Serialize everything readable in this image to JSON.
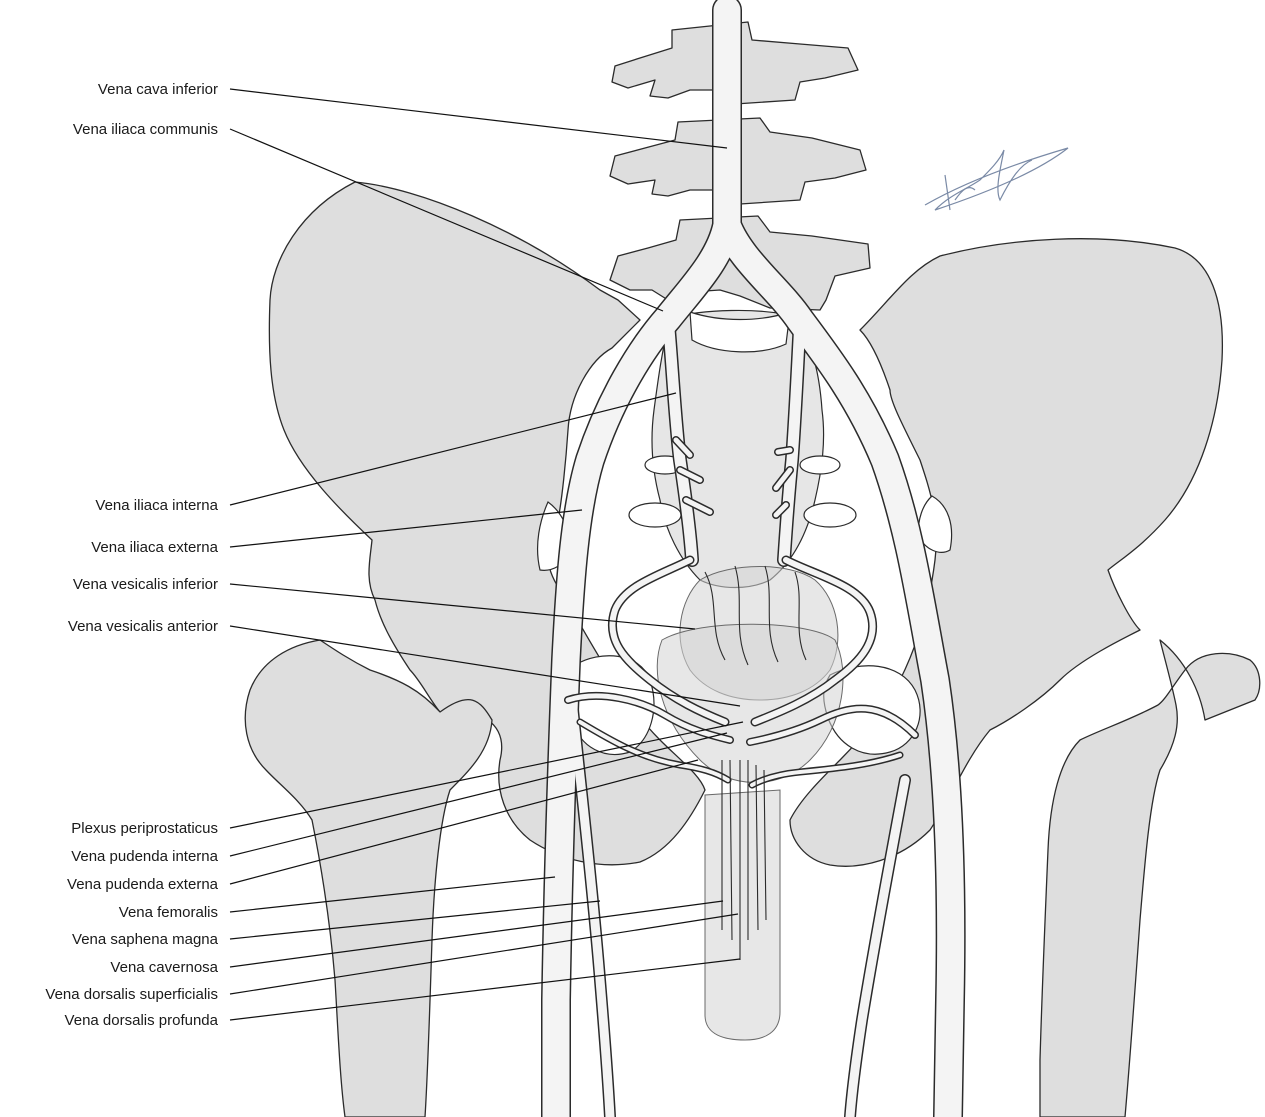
{
  "labels": {
    "vena_cava_inferior": "Vena cava inferior",
    "vena_iliaca_communis": "Vena iliaca communis",
    "vena_iliaca_interna": "Vena iliaca interna",
    "vena_iliaca_externa": "Vena iliaca externa",
    "vena_vesicalis_inferior": "Vena vesicalis inferior",
    "vena_vesicalis_anterior": "Vena vesicalis anterior",
    "plexus_periprostaticus": "Plexus periprostaticus",
    "vena_pudenda_interna": "Vena pudenda interna",
    "vena_pudenda_externa": "Vena pudenda externa",
    "vena_femoralis": "Vena femoralis",
    "vena_saphena_magna": "Vena saphena magna",
    "vena_cavernosa": "Vena cavernosa",
    "vena_dorsalis_superficialis": "Vena dorsalis superficialis",
    "vena_dorsalis_profunda": "Vena dorsalis profunda"
  },
  "colors": {
    "bone_fill": "#dedede",
    "outline": "#2b2b2b",
    "vein_fill": "#f4f4f4",
    "leader_line": "#111111",
    "signature_ink": "#7a8aa6"
  }
}
